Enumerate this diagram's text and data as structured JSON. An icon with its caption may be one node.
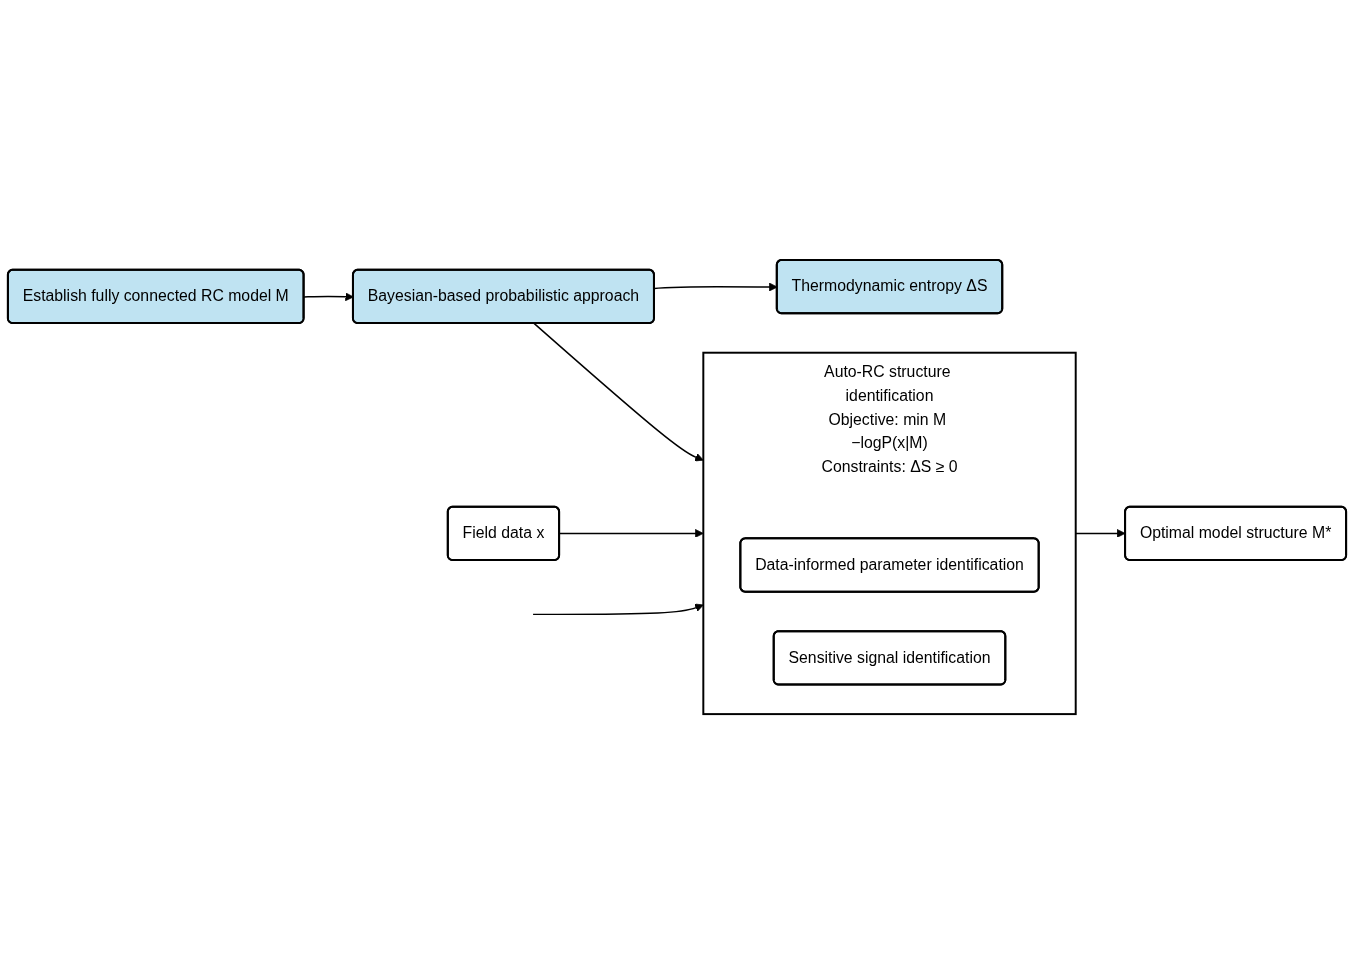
{
  "diagram": {
    "nodes": [
      {
        "text": [
          "Establish fully connected RC model M"
        ]
      },
      {
        "text": [
          "Bayesian-based probabilistic approach"
        ]
      },
      {
        "text": [
          "Thermodynamic entropy ΔS"
        ]
      },
      {
        "text": [
          "Field data x"
        ]
      },
      {
        "text": [
          "Auto-RC structure identification",
          "Objective: min M −logP(x|M)",
          "Constraints: ΔS ≥ 0"
        ]
      },
      {
        "text": [
          "Data-informed parameter identification"
        ],
        "in": 4
      },
      {
        "text": [
          "Sensitive signal identification"
        ],
        "in": 4
      },
      {
        "text": [
          "Optimal model structure M*"
        ]
      }
    ],
    "edges": [
      {
        "from": 0,
        "to": 1,
        "arrow": "to"
      },
      {
        "from": 1,
        "to": 2,
        "arrow": "to"
      },
      {
        "from": 1,
        "to": 4,
        "arrow": "to"
      },
      {
        "from": null,
        "to": 4,
        "arrow": "to"
      },
      {
        "from": 3,
        "to": 4,
        "arrow": "to"
      },
      {
        "from": 4,
        "to": 7,
        "arrow": "to"
      }
    ]
  }
}
